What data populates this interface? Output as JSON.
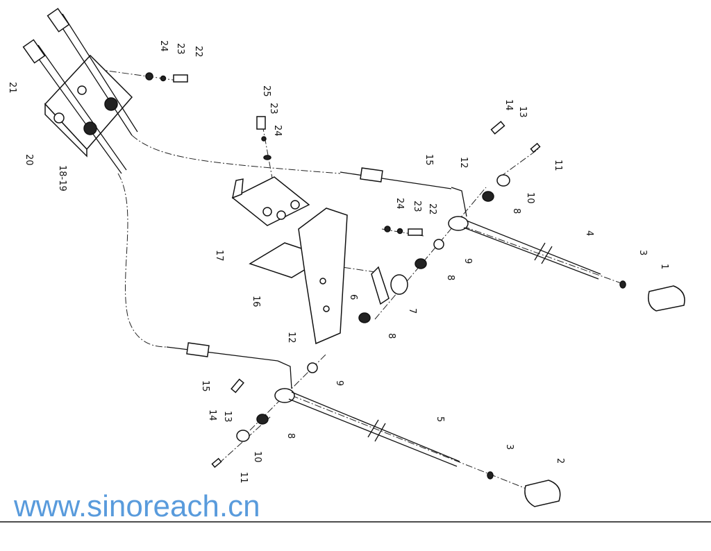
{
  "labels": [
    "21",
    "24",
    "23",
    "22",
    "20",
    "18-19",
    "25",
    "23",
    "24",
    "14",
    "13",
    "11",
    "15",
    "12",
    "10",
    "8",
    "17",
    "24",
    "23",
    "22",
    "4",
    "9",
    "16",
    "8",
    "6",
    "7",
    "3",
    "1",
    "8",
    "12",
    "15",
    "9",
    "14",
    "13",
    "8",
    "5",
    "10",
    "3",
    "11",
    "2"
  ],
  "watermark": "www.sinoreach.cn"
}
